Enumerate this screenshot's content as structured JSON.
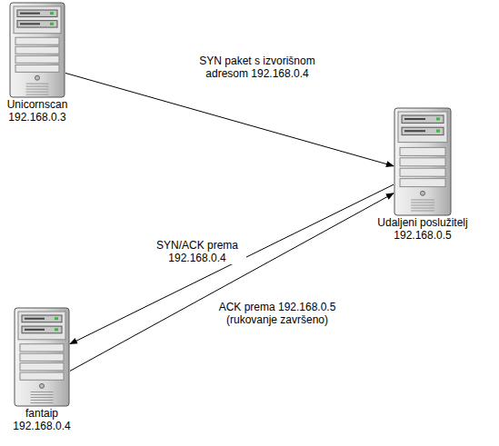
{
  "diagram": {
    "nodes": [
      {
        "text": [
          "Unicornscan",
          "192.168.0.3"
        ]
      },
      {
        "text": [
          "Udaljeni poslužitelj",
          "192.168.0.5"
        ]
      },
      {
        "text": [
          "fantaip",
          "192.168.0.4"
        ]
      }
    ],
    "edges": [
      {
        "from": 0,
        "to": 1,
        "arrow": "to",
        "label": "SYN paket s izvorišnom adresom 192.168.0.4"
      },
      {
        "from": 1,
        "to": 2,
        "arrow": "to",
        "label": "SYN/ACK prema 192.168.0.4"
      },
      {
        "from": 2,
        "to": 1,
        "arrow": "to",
        "label": "ACK prema 192.168.0.5 (rukovanje završeno)"
      }
    ]
  }
}
